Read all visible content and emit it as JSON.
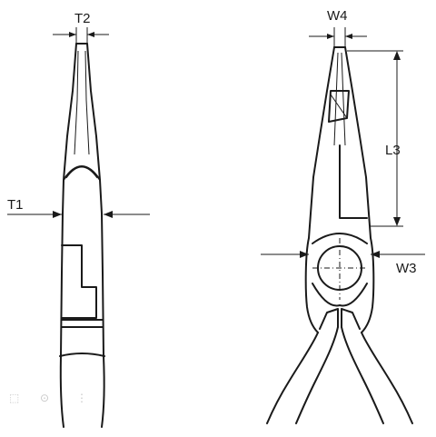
{
  "labels": {
    "t2": "T2",
    "t1": "T1",
    "w4": "W4",
    "l3": "L3",
    "w3": "W3"
  },
  "colors": {
    "line": "#1a1a1a",
    "background": "#ffffff"
  }
}
